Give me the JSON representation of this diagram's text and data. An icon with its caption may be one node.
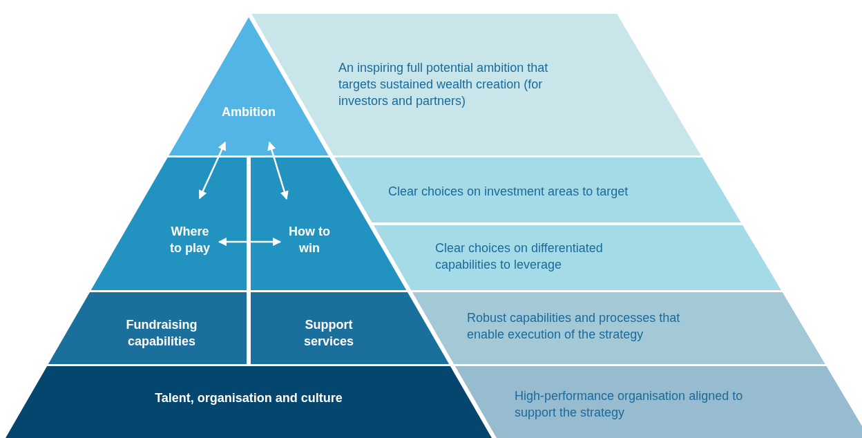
{
  "diagram": {
    "nodes": [
      {
        "text": [
          "Ambition"
        ]
      },
      {
        "text": [
          "Where to play"
        ]
      },
      {
        "text": [
          "How to win"
        ]
      },
      {
        "text": [
          "Fundraising capabilities"
        ]
      },
      {
        "text": [
          "Support services"
        ]
      },
      {
        "text": [
          "Talent, organisation and culture"
        ]
      },
      {
        "text": [
          "An inspiring full potential ambition that targets sustained wealth creation (for investors and partners)"
        ]
      },
      {
        "text": [
          "Clear choices on investment areas to target"
        ]
      },
      {
        "text": [
          "Clear choices on differentiated capabilities to leverage"
        ]
      },
      {
        "text": [
          "Robust capabilities and processes that enable execution of the strategy"
        ]
      },
      {
        "text": [
          "High-performance organisation aligned to support the strategy"
        ]
      }
    ],
    "edges": [
      {
        "from": 0,
        "to": 1,
        "arrow": "both"
      },
      {
        "from": 0,
        "to": 2,
        "arrow": "both"
      },
      {
        "from": 1,
        "to": 2,
        "arrow": "both"
      }
    ]
  }
}
